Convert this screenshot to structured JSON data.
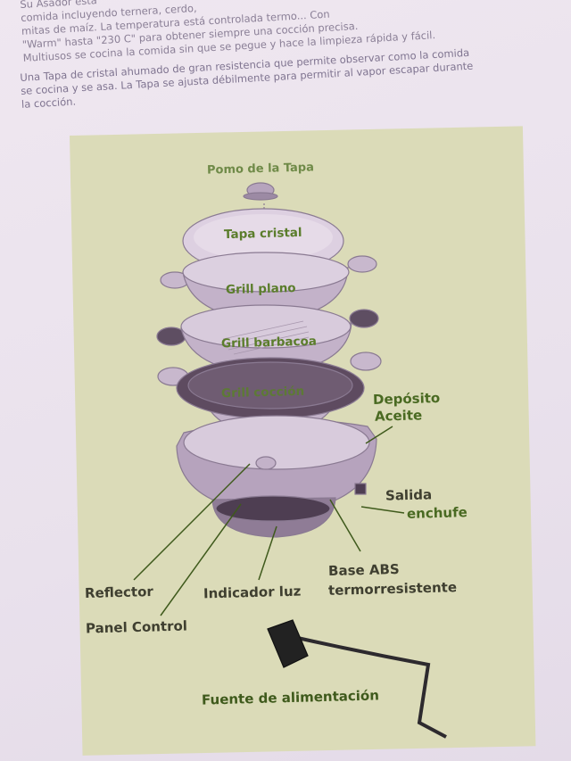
{
  "intro_paragraph": {
    "lines": [
      "Su Asador está",
      "comida incluyendo ternera, cerdo,",
      "mitas de maíz. La temperatura está controlada termo... Con",
      "\"Warm\" hasta \"230 C\" para obtener siempre una cocción precisa.",
      "Multiusos se cocina la comida sin que se pegue y hace la limpieza rápida y fácil."
    ]
  },
  "lid_paragraph": {
    "lines": [
      "Una Tapa de cristal ahumado de gran resistencia que permite observar como la comida",
      "se cocina y se asa. La Tapa se ajusta débilmente para permitir al vapor escapar durante",
      "la cocción."
    ]
  },
  "diagram": {
    "colors": {
      "panel": "#dbdbb8",
      "label_green": "#4a6a22",
      "label_dark": "#3f3f30",
      "appliance": "#c9b8cf"
    },
    "labels": {
      "knob": "Pomo de la Tapa",
      "lid": "Tapa cristal",
      "flat_grill": "Grill plano",
      "bbq_grill": "Grill barbacoa",
      "cooking_grill": "Grill cocción",
      "oil_tank_1": "Depósito",
      "oil_tank_2": "Aceite",
      "outlet_1": "Salida",
      "outlet_2": "enchufe",
      "reflector": "Reflector",
      "indicator": "Indicador luz",
      "base_1": "Base ABS",
      "base_2": "termorresistente",
      "control_panel": "Panel Control",
      "power_supply": "Fuente de alimentación"
    }
  }
}
